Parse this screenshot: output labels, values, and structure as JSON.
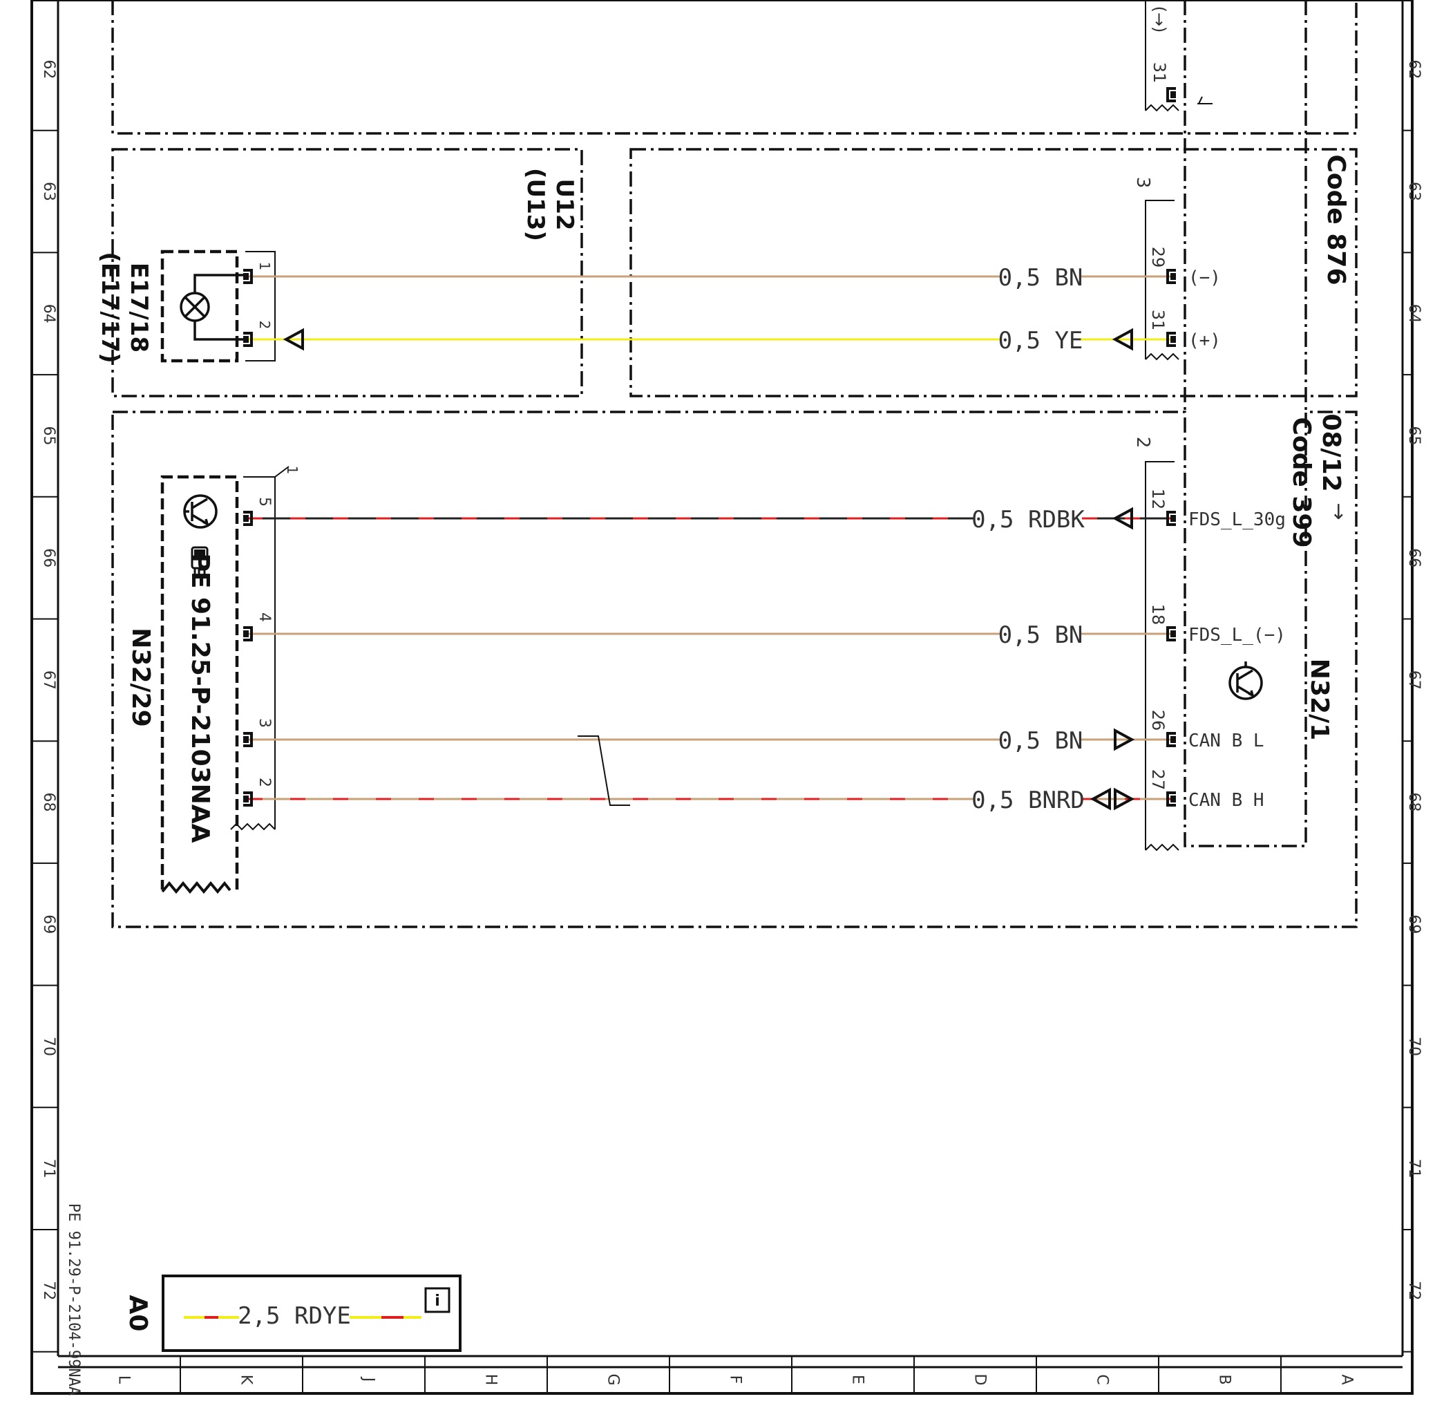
{
  "grid": {
    "row_labels": [
      "62",
      "63",
      "64",
      "65",
      "66",
      "67",
      "68",
      "69",
      "70",
      "71",
      "72"
    ],
    "column_labels": [
      "L",
      "K",
      "J",
      "H",
      "G",
      "F",
      "E",
      "D",
      "C",
      "B",
      "A"
    ]
  },
  "document_id": "PE 91.29-P-2104-99NAA",
  "sheet": {
    "zone": "A0",
    "power_wire": "2,5 RDYE",
    "info_icon": "info-icon"
  },
  "components": {
    "lamp": {
      "id": "E17/18",
      "alt_id": "(E17/17)",
      "pins": [
        "1",
        "2"
      ]
    },
    "lamp_area": {
      "id": "U12",
      "alt_id": "(U13)"
    },
    "code_876": "Code 876",
    "code_399": "Code 399",
    "date_code": "08/12",
    "date_arrow": "→",
    "sensor": {
      "id": "N32/29",
      "ref": "PE 91.25-P-2103NAA",
      "connector": "1",
      "pins": [
        "5",
        "4",
        "3",
        "2"
      ]
    },
    "seat_module": {
      "id": "N32/1",
      "connector_top": "3",
      "connector_bottom": "2"
    }
  },
  "top_stub": {
    "pin": "31",
    "symbol": "(→)"
  },
  "wires": [
    {
      "label": "0,5 BN",
      "module_pin": "29",
      "signal": "(−)",
      "color": "#c8a07a",
      "stripe": ""
    },
    {
      "label": "0,5 YE",
      "module_pin": "31",
      "signal": "(+)",
      "color": "#f2ee1a",
      "stripe": ""
    },
    {
      "label": "0,5 RDBK",
      "module_pin": "12",
      "signal": "FDS_L_30g",
      "color": "#222222",
      "stripe": "#e02020"
    },
    {
      "label": "0,5 BN",
      "module_pin": "18",
      "signal": "FDS_L_(−)",
      "color": "#c8a07a",
      "stripe": ""
    },
    {
      "label": "0,5 BN",
      "module_pin": "26",
      "signal": "CAN B L",
      "color": "#c8a07a",
      "stripe": ""
    },
    {
      "label": "0,5 BNRD",
      "module_pin": "27",
      "signal": "CAN B H",
      "color": "#c8a07a",
      "stripe": "#e02020"
    }
  ]
}
